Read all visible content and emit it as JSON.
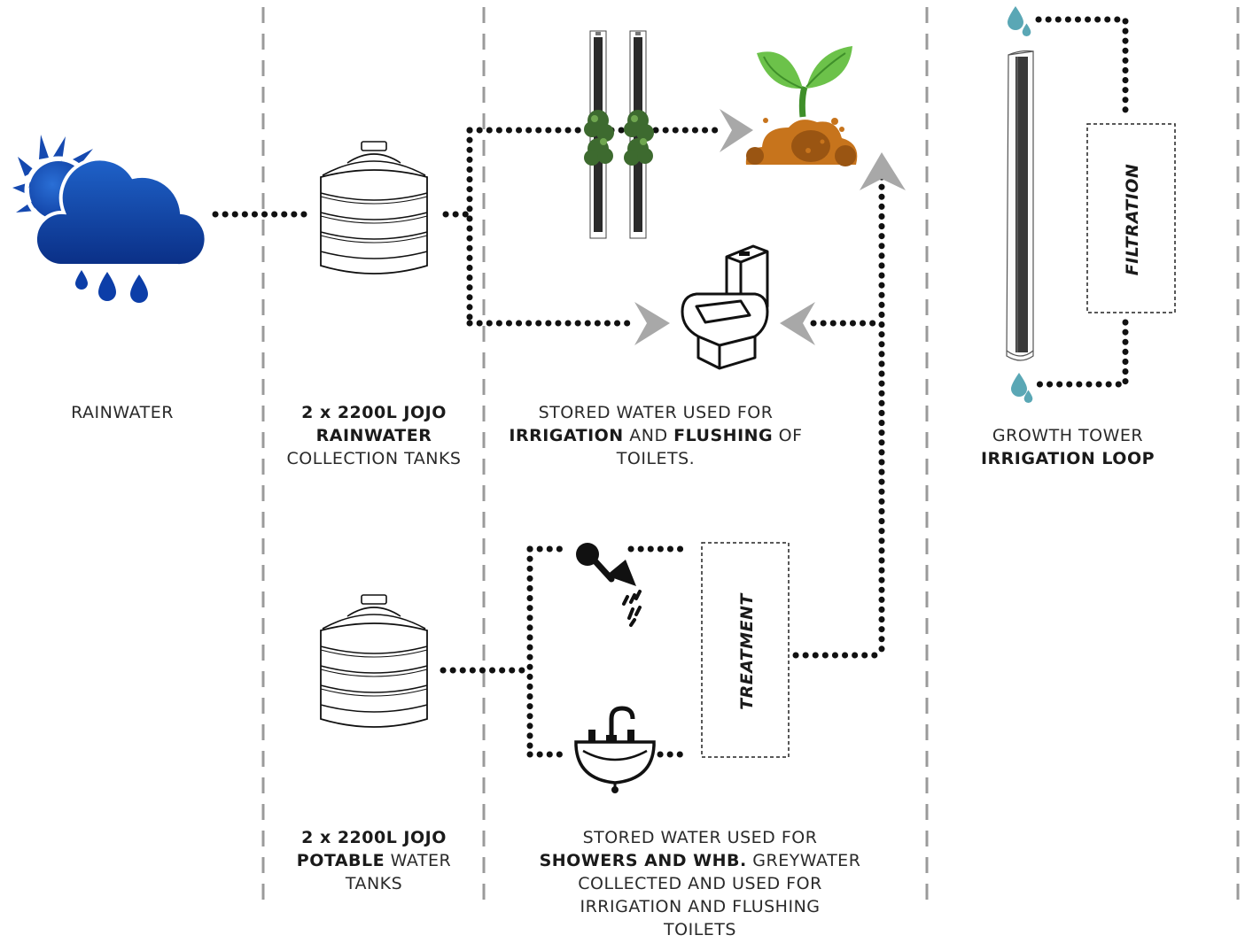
{
  "captions": {
    "rainwater": "RAINWATER",
    "rain_tanks": {
      "l1": "2 x 2200L JOJO",
      "l2": "RAINWATER",
      "l3": "COLLECTION TANKS"
    },
    "stored_irrigation": {
      "l1": "STORED WATER USED FOR",
      "l2a": "IRRIGATION",
      "l2b": " AND ",
      "l2c": "FLUSHING",
      "l2d": " OF",
      "l3": "TOILETS."
    },
    "growth_tower": {
      "l1": "GROWTH TOWER",
      "l2": "IRRIGATION LOOP"
    },
    "potable_tanks": {
      "l1": "2 x 2200L JOJO",
      "l2a": "POTABLE",
      "l2b": " WATER",
      "l3": "TANKS"
    },
    "greywater": {
      "l1": "STORED WATER USED FOR",
      "l2a": "SHOWERS AND WHB.",
      "l2b": " GREYWATER",
      "l3": "COLLECTED AND USED FOR",
      "l4": "IRRIGATION AND FLUSHING",
      "l5": "TOILETS"
    }
  },
  "boxes": {
    "treatment": "TREATMENT",
    "filtration": "FILTRATION"
  },
  "icons": {
    "weather": "rain-cloud-sun-icon",
    "tank": "water-tank-icon",
    "tower": "growth-tower-icon",
    "plant": "sprout-soil-icon",
    "toilet": "toilet-icon",
    "shower": "shower-head-icon",
    "basin": "wash-basin-icon",
    "drop": "water-drop-icon",
    "arrow": "flow-arrow-icon"
  },
  "colors": {
    "cloud_top": "#1f62c9",
    "cloud_bottom": "#0a2f86",
    "sun": "#1549b0",
    "rain_drop": "#0c3ea8",
    "leaf": "#6cc24a",
    "leaf_dark": "#3f8f2a",
    "soil": "#c7741c",
    "soil_dark": "#9a5512",
    "water_drop": "#5aa7b5",
    "flow_dots": "#111111",
    "divider": "#9a9a9a",
    "arrow": "#a8a8a8"
  }
}
